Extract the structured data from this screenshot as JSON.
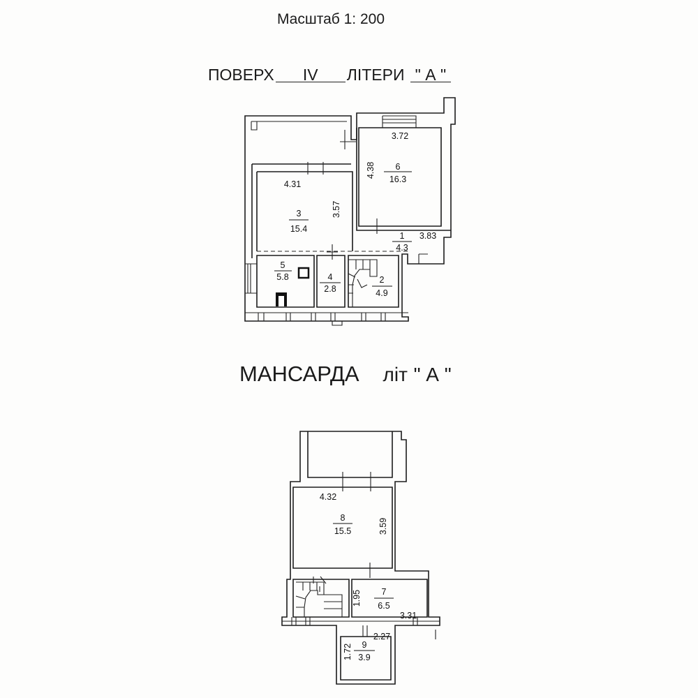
{
  "header": {
    "scale": "Масштаб 1: 200"
  },
  "floor_plan": {
    "heading_floor_word": "ПОВЕРХ",
    "floor_number": "IV",
    "heading_letter_word": "ЛІТЕРИ",
    "letter": "\" А \"",
    "rooms": [
      {
        "id": "1",
        "area": "4.3",
        "dims": [
          "3.83"
        ]
      },
      {
        "id": "2",
        "area": "4.9",
        "dims": []
      },
      {
        "id": "3",
        "area": "15.4",
        "dims": [
          "4.31",
          "3.57"
        ]
      },
      {
        "id": "4",
        "area": "2.8",
        "dims": []
      },
      {
        "id": "5",
        "area": "5.8",
        "dims": []
      },
      {
        "id": "6",
        "area": "16.3",
        "dims": [
          "3.72",
          "4.38"
        ]
      }
    ]
  },
  "attic_plan": {
    "heading": "МАНСАРДА",
    "letter_word": "літ",
    "letter": "\"  А  \"",
    "rooms": [
      {
        "id": "7",
        "area": "6.5",
        "dims": [
          "1.95",
          "3.31"
        ]
      },
      {
        "id": "8",
        "area": "15.5",
        "dims": [
          "4.32",
          "3.59"
        ]
      },
      {
        "id": "9",
        "area": "3.9",
        "dims": [
          "1.72",
          "2.27"
        ]
      }
    ]
  }
}
